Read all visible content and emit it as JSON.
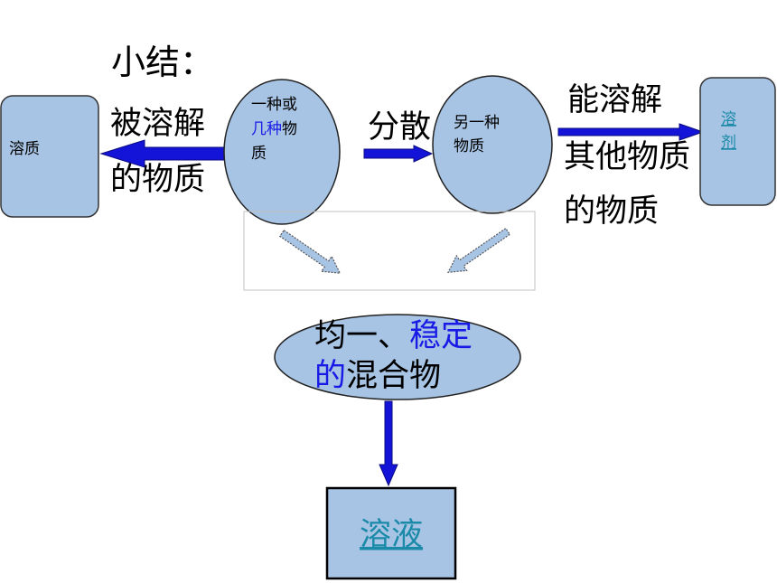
{
  "slide": {
    "title": "小结："
  },
  "solute_box": {
    "label": "溶质"
  },
  "solute_desc": {
    "line1": "被溶解",
    "line2": "的物质"
  },
  "source_ellipse": {
    "line1": "一种或",
    "line2_highlight": "几种",
    "line2_rest": "物",
    "line3": "质"
  },
  "disperse_label": "分散",
  "medium_ellipse": {
    "line1": "另一种",
    "line2": "物质"
  },
  "solvent_desc": {
    "line1": "能溶解",
    "line2": "其他物质",
    "line3": "的物质"
  },
  "solvent_box": {
    "char1": "溶",
    "char2": "剂"
  },
  "mixture_ellipse": {
    "line1_plain": "均一、",
    "line1_highlight": "稳定",
    "line2_highlight": "的",
    "line2_plain": "混合物"
  },
  "solution_box": {
    "label": "溶液"
  },
  "colors": {
    "shape_fill": "#a8c4e4",
    "arrow_blue": "#1414d8",
    "highlight_text": "#1a1ae6",
    "link_text": "#1a8aa8"
  }
}
